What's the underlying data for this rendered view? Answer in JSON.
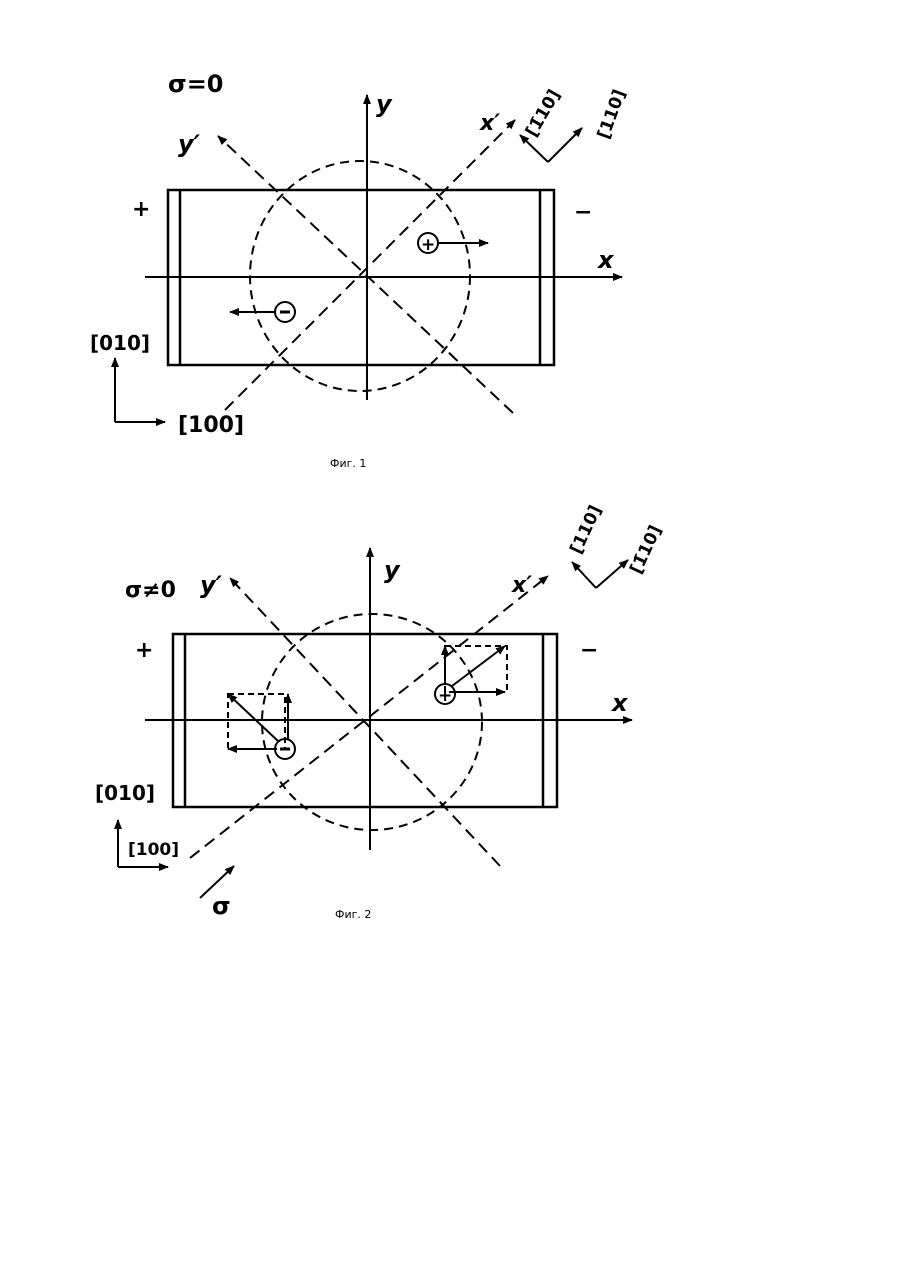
{
  "figures": [
    {
      "caption": "Фиг. 1",
      "stress_label": "σ=0",
      "plus": "+",
      "minus": "−",
      "axis_x": "x",
      "axis_y": "y",
      "axis_x_prime": "x′",
      "axis_y_prime": "y′",
      "dir_010": "[010]",
      "dir_100": "[100]",
      "dir_a": "[1̄10]",
      "dir_b": "[110]"
    },
    {
      "caption": "Фиг. 2",
      "stress_label": "σ≠0",
      "plus": "+",
      "minus": "−",
      "axis_x": "x",
      "axis_y": "y",
      "axis_x_prime": "x′",
      "axis_y_prime": "y′",
      "dir_010": "[010]",
      "dir_100": "[100]",
      "dir_a": "[110]",
      "dir_b": "[1̄10]",
      "sigma_arrow_label": "σ"
    }
  ],
  "colors": {
    "ink": "#000000",
    "paper": "#ffffff"
  }
}
